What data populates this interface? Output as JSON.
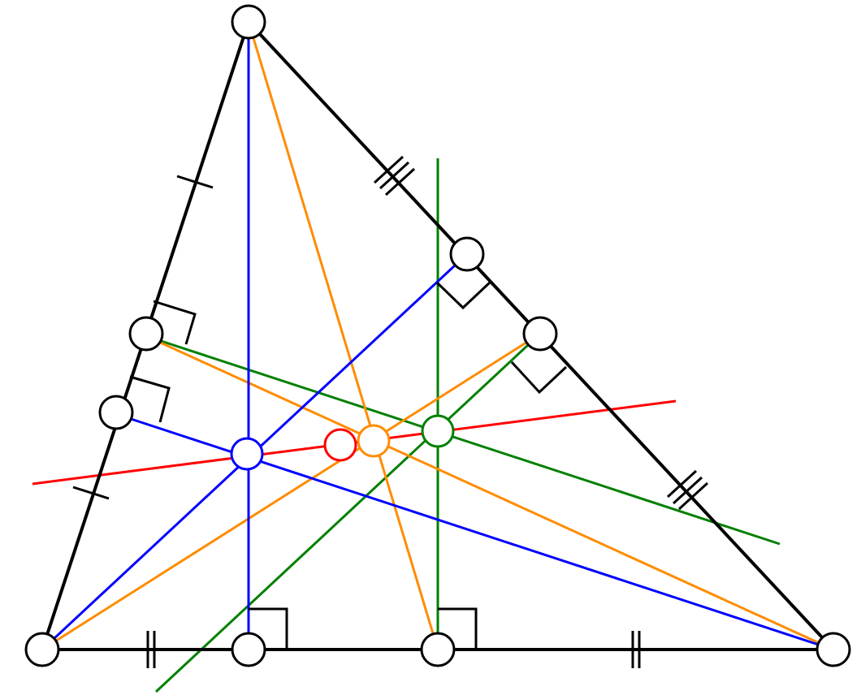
{
  "diagram": {
    "description_type": "geometry-triangle-centers",
    "colors": {
      "triangle": "#000000",
      "altitudes": "#0000ff",
      "medians": "#ff8c00",
      "perpendicular_bisectors": "#008000",
      "euler_line": "#ff0000",
      "point_fill": "#ffffff"
    },
    "marks": {
      "side_ab_ticks": 1,
      "side_ac_ticks": 3,
      "side_bc_ticks": 2
    }
  }
}
